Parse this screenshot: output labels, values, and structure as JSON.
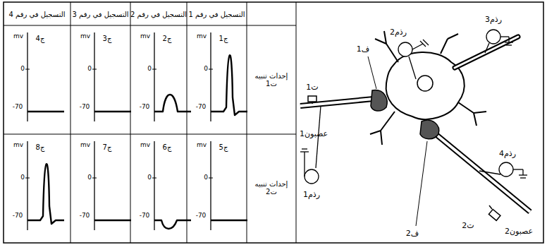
{
  "diagram": {
    "labels": [
      "التسجيل في رقم 1",
      "التسجيل في رقم 2",
      "التسجيل في رقم 3",
      "التسجيل في رقم 4",
      "إحداث تنبيه ت1",
      "إحداث تنبيه ت2",
      "mv",
      "0",
      "-70",
      "ج1",
      "mv",
      "0",
      "-70",
      "ج2",
      "mv",
      "0",
      "-70",
      "ج3",
      "mv",
      "0",
      "-70",
      "ج4",
      "mv",
      "0",
      "-70",
      "ج5",
      "mv",
      "0",
      "-70",
      "ج6",
      "mv",
      "0",
      "-70",
      "ج7",
      "mv",
      "0",
      "-70",
      "ج8",
      "رذم2",
      "رذم3",
      "ف1",
      "ت1",
      "عصبون1",
      "رذم1",
      "رذم4",
      "ف2",
      "ت2",
      "عصبون2"
    ]
  }
}
